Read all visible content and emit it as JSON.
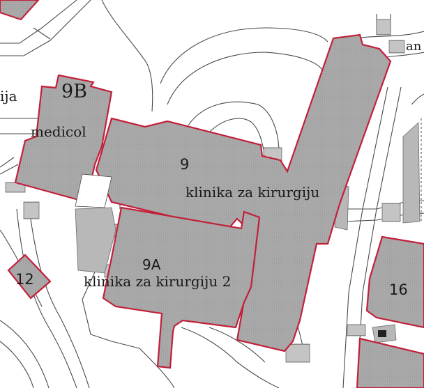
{
  "colors": {
    "building_fill": "#a8a8a8",
    "building_outline": "#c2203a",
    "road_line": "#4a4a4a",
    "ground": "#ffffff",
    "hatch": "#8a8a8a"
  },
  "labels": {
    "partial_left": "ija",
    "partial_top_right": "an",
    "b9b_number": "9B",
    "b9b_name": "medicol",
    "b9_number": "9",
    "b9_name": "klinika za kirurgiju",
    "b9a_number": "9A",
    "b9a_name": "klinika za kirurgiju 2",
    "b12_number": "12",
    "b16_number": "16"
  }
}
